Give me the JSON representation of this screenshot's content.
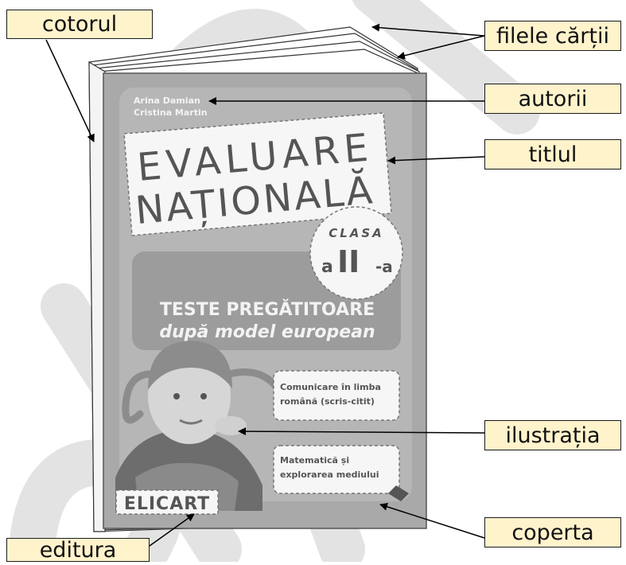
{
  "labels": {
    "cotorul": "cotorul",
    "filele": "filele cărții",
    "autorii": "autorii",
    "titlul": "titlul",
    "ilustratia": "ilustrația",
    "coperta": "coperta",
    "editura": "editura"
  },
  "book": {
    "authors": [
      "Arina Damian",
      "Cristina Martin"
    ],
    "title_line1": "EVALUARE",
    "title_line2": "NAȚIONALĂ",
    "clasa_word": "CLASA",
    "clasa_prefix": "a",
    "clasa_number": "II",
    "clasa_suffix": "-a",
    "subtitle_line1": "TESTE PREGĂTITOARE",
    "subtitle_line2": "după model european",
    "box1": [
      "Comunicare în limba",
      "română (scris-citit)"
    ],
    "box2": [
      "Matematică și",
      "explorarea mediului"
    ],
    "publisher": "ELICART"
  },
  "colors": {
    "label_fill": "#fff3cc",
    "cover_bg": "#a9a9a9",
    "panel": "#c4c4c4",
    "watermark": "#e3e3e3",
    "text_white": "#f3f3f3"
  }
}
